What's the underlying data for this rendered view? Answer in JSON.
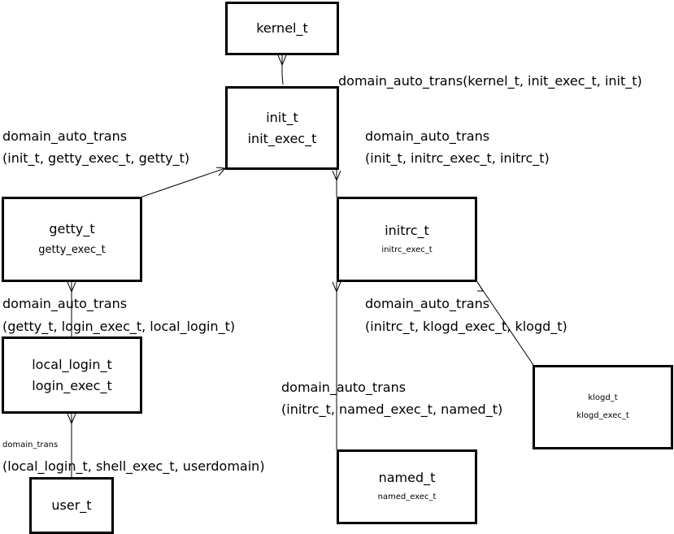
{
  "nodes": {
    "kernel": {
      "name": "kernel_t"
    },
    "init": {
      "name": "init_t",
      "exec": "init_exec_t"
    },
    "getty": {
      "name": "getty_t",
      "exec": "getty_exec_t"
    },
    "initrc": {
      "name": "initrc_t",
      "exec": "initrc_exec_t"
    },
    "local_login": {
      "name": "local_login_t",
      "exec": "login_exec_t"
    },
    "klogd": {
      "name": "klogd_t",
      "exec": "klogd_exec_t"
    },
    "named": {
      "name": "named_t",
      "exec": "named_exec_t"
    },
    "user": {
      "name": "user_t"
    }
  },
  "edges": {
    "kernel_init": {
      "label": "domain_auto_trans(kernel_t, init_exec_t, init_t)"
    },
    "init_getty": {
      "line1": "domain_auto_trans",
      "line2": "(init_t, getty_exec_t, getty_t)"
    },
    "init_initrc": {
      "line1": "domain_auto_trans",
      "line2": "(init_t, initrc_exec_t, initrc_t)"
    },
    "getty_login": {
      "line1": "domain_auto_trans",
      "line2": "(getty_t, login_exec_t, local_login_t)"
    },
    "initrc_klogd": {
      "line1": "domain_auto_trans",
      "line2": "(initrc_t, klogd_exec_t, klogd_t)"
    },
    "initrc_named": {
      "line1": "domain_auto_trans",
      "line2": "(initrc_t, named_exec_t, named_t)"
    },
    "login_user": {
      "line1": "domain_trans",
      "line2": "(local_login_t, shell_exec_t, userdomain)"
    }
  }
}
